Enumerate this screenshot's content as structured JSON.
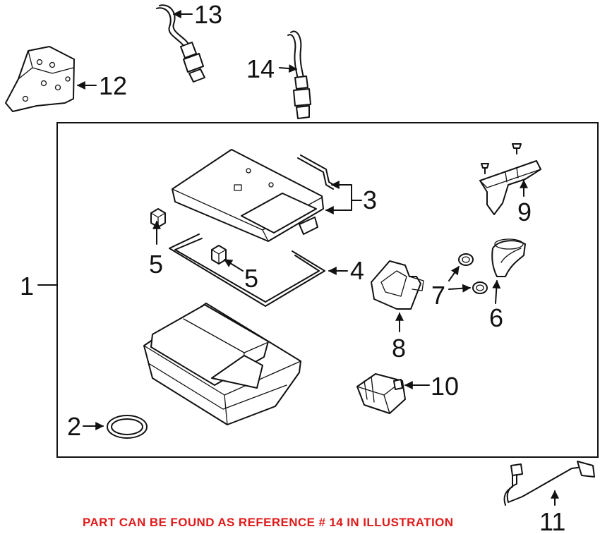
{
  "callouts": {
    "c1": "1",
    "c2": "2",
    "c3": "3",
    "c4": "4",
    "c5a": "5",
    "c5b": "5",
    "c6": "6",
    "c7": "7",
    "c8": "8",
    "c9": "9",
    "c10": "10",
    "c11": "11",
    "c12": "12",
    "c13": "13",
    "c14": "14"
  },
  "footer": {
    "note": "PART CAN BE FOUND AS REFERENCE # 14 IN ILLUSTRATION"
  },
  "colors": {
    "note_text": "#e01b1b",
    "line_art": "#111111",
    "background": "#ffffff"
  }
}
